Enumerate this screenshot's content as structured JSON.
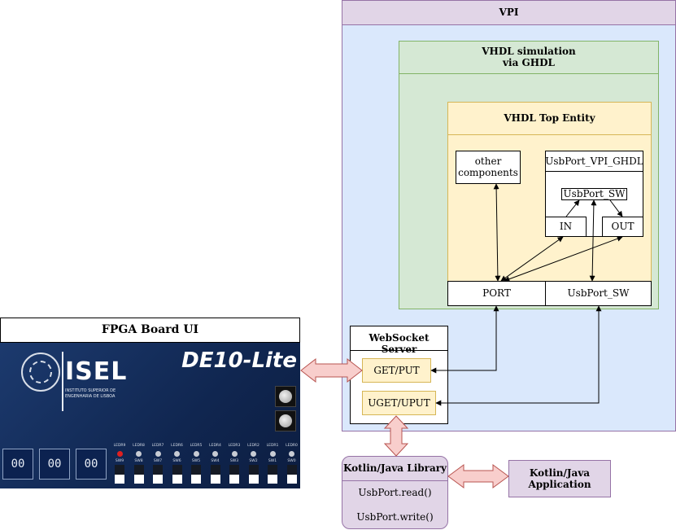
{
  "vpi": {
    "title": "VPI"
  },
  "ghdl": {
    "title_line1": "VHDL simulation",
    "title_line2": "via GHDL"
  },
  "top_entity": {
    "title": "VHDL Top Entity"
  },
  "other_components": {
    "line1": "other",
    "line2": "components"
  },
  "usbport_vpi_ghdl": {
    "title": "UsbPort_VPI_GHDL",
    "inner": "UsbPort_SW",
    "in": "IN",
    "out": "OUT"
  },
  "port": {
    "label": "PORT"
  },
  "usbport_sw_bar": {
    "label": "UsbPort_SW"
  },
  "websocket": {
    "title": "WebSocket Server",
    "get_put": "GET/PUT",
    "uget_uput": "UGET/UPUT"
  },
  "fpga": {
    "title": "FPGA Board UI",
    "board_name": "DE10-Lite",
    "logo_text": "ISEL",
    "logo_sub1": "INSTITUTO SUPERIOR DE",
    "logo_sub2": "ENGENHARIA DE LISBOA",
    "displays": [
      "00",
      "00",
      "00"
    ],
    "led_labels": [
      "LEDR9",
      "LEDR8",
      "LEDR7",
      "LEDR6",
      "LEDR5",
      "LEDR4",
      "LEDR3",
      "LEDR2",
      "LEDR1",
      "LEDR0"
    ],
    "sw_labels": [
      "SW9",
      "SW8",
      "SW7",
      "SW6",
      "SW5",
      "SW4",
      "SW3",
      "SW2",
      "SW1",
      "SW0"
    ]
  },
  "library": {
    "title": "Kotlin/Java Library",
    "method1": "UsbPort.read()",
    "method2": "UsbPort.write()"
  },
  "application": {
    "line1": "Kotlin/Java",
    "line2": "Application"
  },
  "colors": {
    "vpi_fill": "#dae8fc",
    "vpi_header": "#e1d5e7",
    "ghdl_fill": "#d5e8d4",
    "top_fill": "#fff2cc",
    "board_bg": "#14305e",
    "arrow_fill": "#f8cecc",
    "arrow_stroke": "#b85450"
  }
}
